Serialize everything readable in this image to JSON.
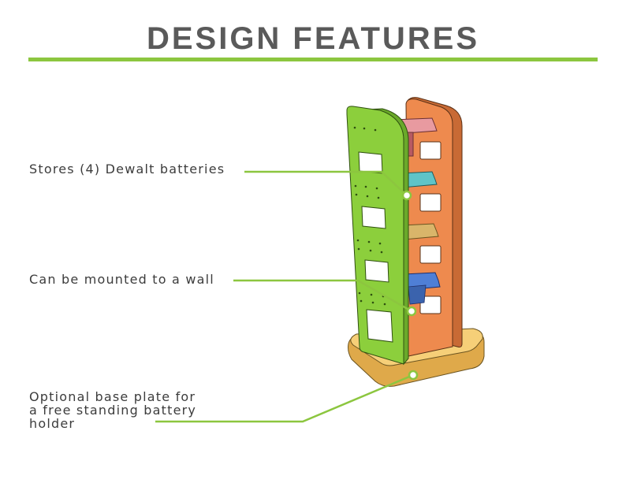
{
  "header": {
    "title": "DESIGN FEATURES"
  },
  "callouts": [
    {
      "text": "Stores (4) Dewalt batteries"
    },
    {
      "text": "Can be mounted to a wall"
    },
    {
      "text": "Optional base plate for\na free standing battery\nholder"
    }
  ],
  "colors": {
    "accent": "#8cc63f",
    "title_text": "#5a5a5a",
    "front_panel": "#8ccf3c",
    "back_panel": "#ee8a4e",
    "base_plate": "#f2c567",
    "battery_pink": "#e89aa0",
    "battery_cyan": "#5fc4c8",
    "battery_tan": "#d9b56a",
    "battery_blue": "#4f7fd6"
  }
}
